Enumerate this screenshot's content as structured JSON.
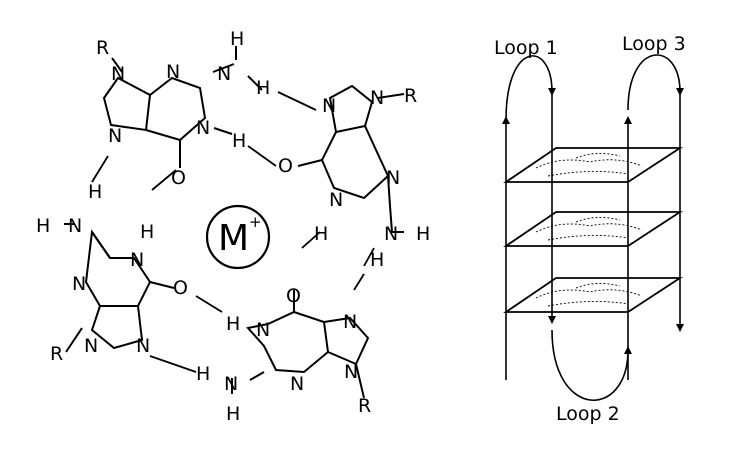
{
  "atoms": {
    "R": "R",
    "N": "N",
    "H": "H",
    "O": "O"
  },
  "ion": {
    "symbol": "M",
    "charge": "+"
  },
  "loops": {
    "loop1": "Loop 1",
    "loop2": "Loop 2",
    "loop3": "Loop 3"
  }
}
